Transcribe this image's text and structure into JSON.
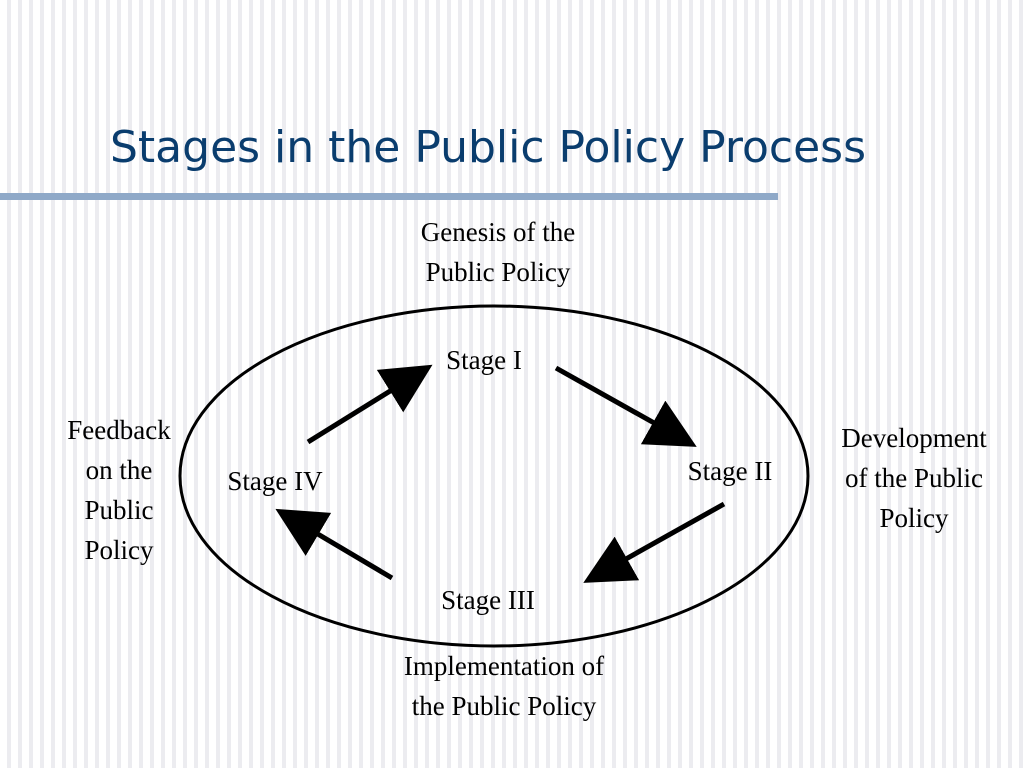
{
  "slide": {
    "title": "Stages in the Public Policy Process",
    "title_color": "#0a3d6e",
    "rule_color": "#8fa9c8"
  },
  "diagram": {
    "stages": {
      "stage_1": "Stage I",
      "stage_2": "Stage II",
      "stage_3": "Stage III",
      "stage_4": "Stage IV"
    },
    "phases": {
      "genesis": [
        "Genesis of the",
        "Public Policy"
      ],
      "development": [
        "Development",
        "of the Public",
        "Policy"
      ],
      "implementation": [
        "Implementation of",
        "the Public Policy"
      ],
      "feedback": [
        "Feedback",
        "on the",
        "Public",
        "Policy"
      ]
    },
    "cycle_arrows": [
      {
        "from": "Stage I",
        "to": "Stage II"
      },
      {
        "from": "Stage II",
        "to": "Stage III"
      },
      {
        "from": "Stage III",
        "to": "Stage IV"
      },
      {
        "from": "Stage IV",
        "to": "Stage I"
      }
    ],
    "line_color": "#000000"
  }
}
